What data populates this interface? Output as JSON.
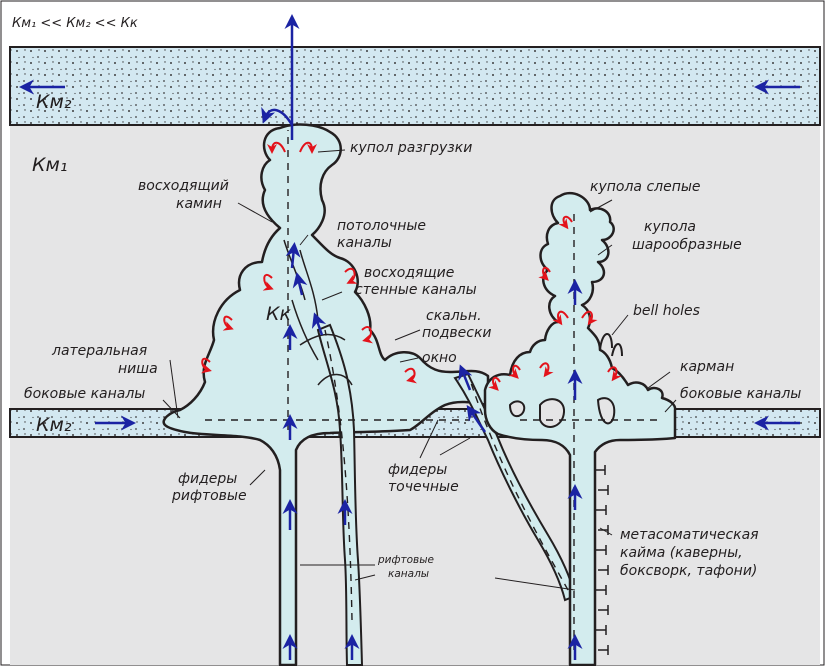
{
  "header": {
    "relation": "Км₁ << Км₂ << Кк"
  },
  "layers": {
    "upper": "Км₂",
    "lower": "Км₂",
    "host": "Км₁",
    "karst": "Кк"
  },
  "labels": {
    "dome_discharge": "купол разгрузки",
    "chimney_1": "восходящий",
    "chimney_2": "камин",
    "ceiling_1": "потолочные",
    "ceiling_2": "каналы",
    "wall_1": "восходящие",
    "wall_2": "стенные каналы",
    "pendant_1": "скальн.",
    "pendant_2": "подвески",
    "window": "окно",
    "blind_domes": "купола слепые",
    "spherical_1": "купола",
    "spherical_2": "шарообразные",
    "bell_holes": "bell holes",
    "pocket": "карман",
    "lateral_1": "латеральная",
    "lateral_2": "ниша",
    "side_left": "боковые каналы",
    "side_right": "боковые каналы",
    "rift_feeders_1": "фидеры",
    "rift_feeders_2": "рифтовые",
    "point_feeders_1": "фидеры",
    "point_feeders_2": "точечные",
    "rift_channels_1": "рифтовые",
    "rift_channels_2": "каналы",
    "meta_1": "метасоматическая",
    "meta_2": "кайма (каверны,",
    "meta_3": "боксворк, тафони)"
  },
  "colors": {
    "host": "#e5e5e6",
    "aquifer": "#d3e8f1",
    "cave": "#d3ecee",
    "flow_blue": "#1b23a3",
    "flow_red": "#e3131b",
    "outline": "#231f20"
  }
}
